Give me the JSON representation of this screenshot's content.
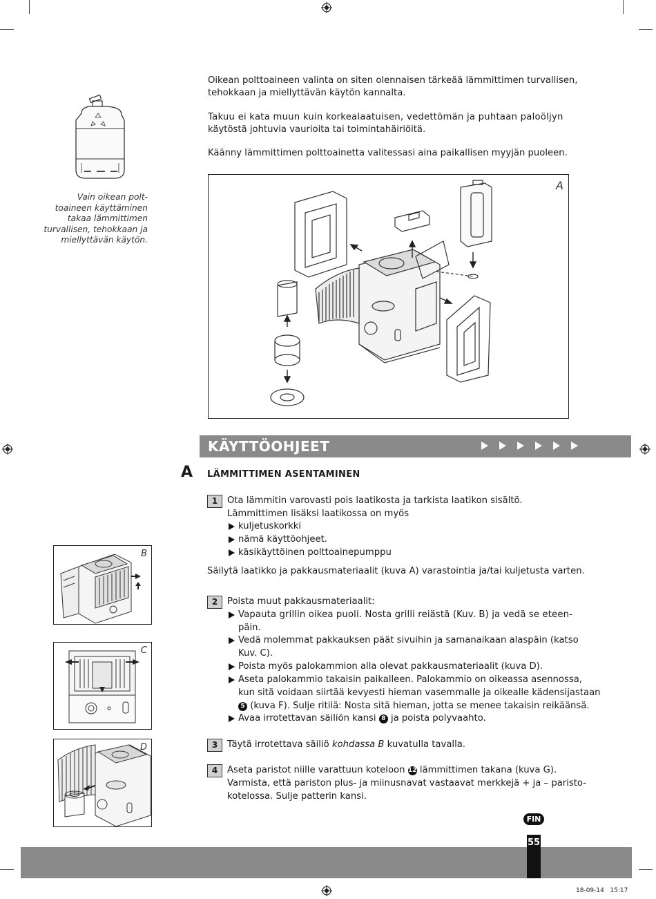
{
  "intro": {
    "para1_line1": "Oikean polttoaineen valinta on siten olennaisen tärkeää lämmittimen turvallisen,",
    "para1_line2": "tehokkaan ja miellyttävän käytön kannalta.",
    "para2_line1": "Takuu ei kata muun kuin korkealaatuisen, vedettömän ja puhtaan palo­öljyn",
    "para2_line2": "käytöstä johtuvia vaurioita tai toimintahäiriöitä.",
    "para3": "Käänny lämmittimen polttoainetta valitessasi aina paikallisen myyjän puoleen."
  },
  "side_caption": [
    "Vain oikean polt-",
    "toaineen käyttäminen",
    "takaa lämmittimen",
    "turvallisen, tehokkaan ja",
    "miellyttävän käytön."
  ],
  "figures": {
    "a": "A",
    "b": "B",
    "c": "C",
    "d": "D"
  },
  "section": {
    "title": "KÄYTTÖOHJEET"
  },
  "subsection": {
    "letter": "A",
    "title": "LÄMMITTIMEN ASENTAMINEN"
  },
  "steps": {
    "s1": {
      "num": "1",
      "line1": "Ota lämmitin varovasti pois laatikosta ja tarkista laatikon sisältö.",
      "line2": "Lämmittimen lisäksi laatikossa on myös",
      "items": [
        "kuljetuskorkki",
        "nämä käyttöohjeet.",
        "käsikäyttöinen polttoainepumppu"
      ],
      "after": "Säilytä laatikko ja pakkausmateriaalit (kuva A) varastointia ja/tai kuljetusta varten."
    },
    "s2": {
      "num": "2",
      "line1": "Poista muut pakkausmateriaalit:",
      "b1_l1": "Vapauta grillin oikea puoli. Nosta grilli reiästä (Kuv. B) ja vedä se eteen-",
      "b1_l2": "päin.",
      "b2_l1": "Vedä molemmat pakkauksen päät sivuihin ja samanaikaan alaspäin (katso",
      "b2_l2": "Kuv. C).",
      "b3": "Poista myös palokammion alla olevat pakkausmateriaalit (kuva D).",
      "b4_l1": "Aseta palokammio takaisin paikalleen. Palokammio on oikeassa asennossa,",
      "b4_l2": "kun sitä voidaan siirtää kevyesti hieman vasemmalle ja oikealle kädensijastaan",
      "b4_l3_num": "5",
      "b4_l3_text": "(kuva F). Sulje ritilä: Nosta sitä hieman, jotta se menee takaisin reikäänsä.",
      "b5_pre": "Avaa irrotettavan säiliön kansi",
      "b5_num": "8",
      "b5_post": "ja poista polyvaahto."
    },
    "s3": {
      "num": "3",
      "pre": "Täytä irrotettava säiliö ",
      "em": "kohdassa B",
      "post": " kuvatulla tavalla."
    },
    "s4": {
      "num": "4",
      "l1_pre": "Aseta paristot niille varattuun koteloon",
      "l1_num": "12",
      "l1_post": "lämmittimen takana (kuva G).",
      "l2": "Varmista, että pariston plus- ja miinusnavat vastaavat merkkejä + ja – paristo-",
      "l3": "kotelossa. Sulje patterin kansi."
    }
  },
  "footer": {
    "lang": "FIN",
    "page": "55",
    "timestamp": "18-09-14   15:17"
  }
}
